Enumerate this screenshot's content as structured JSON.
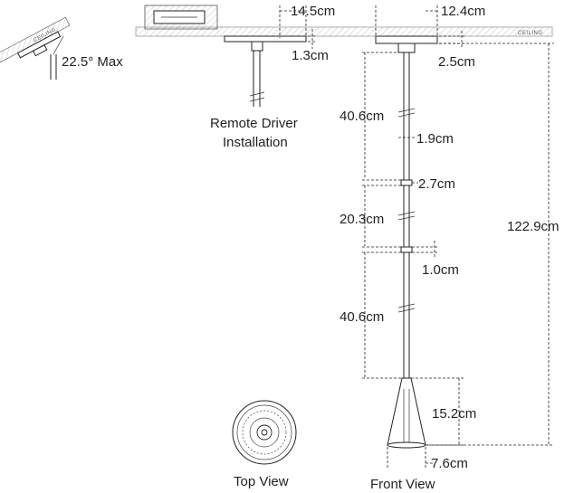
{
  "ceiling_label": "CEILING",
  "tilt_label": "22.5° Max",
  "remote_driver_line1": "Remote Driver",
  "remote_driver_line2": "Installation",
  "dims": {
    "driver_canopy_width": "14.5cm",
    "driver_canopy_height": "1.3cm",
    "canopy_width": "12.4cm",
    "canopy_height": "2.5cm",
    "stem_upper": "40.6cm",
    "stem_diameter": "1.9cm",
    "joint_upper": "2.7cm",
    "stem_middle": "20.3cm",
    "joint_lower": "1.0cm",
    "stem_lower": "40.6cm",
    "overall_height": "122.9cm",
    "shade_height": "15.2cm",
    "shade_width": "7.6cm"
  },
  "views": {
    "top": "Top View",
    "front": "Front View"
  },
  "colors": {
    "line": "#222222",
    "hatch": "#888888"
  }
}
